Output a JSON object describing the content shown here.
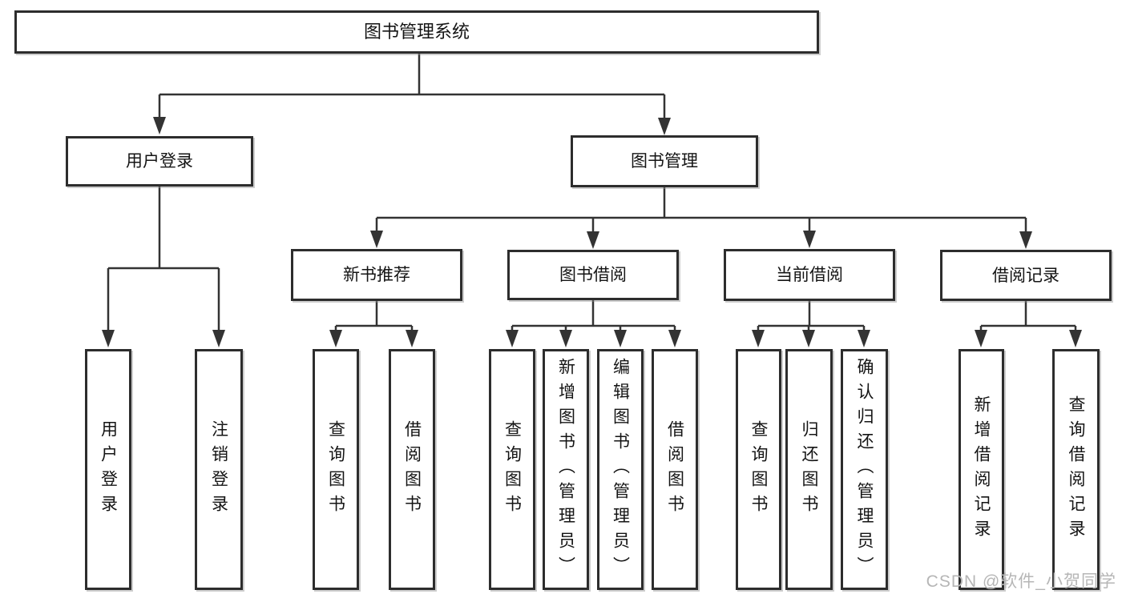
{
  "diagram": {
    "title": "图书管理系统",
    "branches": [
      {
        "label": "用户登录",
        "leaves": [
          "用户登录",
          "注销登录"
        ]
      },
      {
        "label": "图书管理",
        "groups": [
          {
            "label": "新书推荐",
            "leaves": [
              "查询图书",
              "借阅图书"
            ]
          },
          {
            "label": "图书借阅",
            "leaves": [
              "查询图书",
              "新增图书（管理员）",
              "编辑图书（管理员）",
              "借阅图书"
            ]
          },
          {
            "label": "当前借阅",
            "leaves": [
              "查询图书",
              "归还图书",
              "确认归还（管理员）"
            ]
          },
          {
            "label": "借阅记录",
            "leaves": [
              "新增借阅记录",
              "查询借阅记录"
            ]
          }
        ]
      }
    ]
  },
  "watermark": {
    "text": "CSDN @软件_小贺同学"
  },
  "colors": {
    "line": "#333333",
    "box_border": "#2d2d2d",
    "text": "#141414",
    "watermark_text": "#b6b6b6",
    "background": "#ffffff"
  }
}
